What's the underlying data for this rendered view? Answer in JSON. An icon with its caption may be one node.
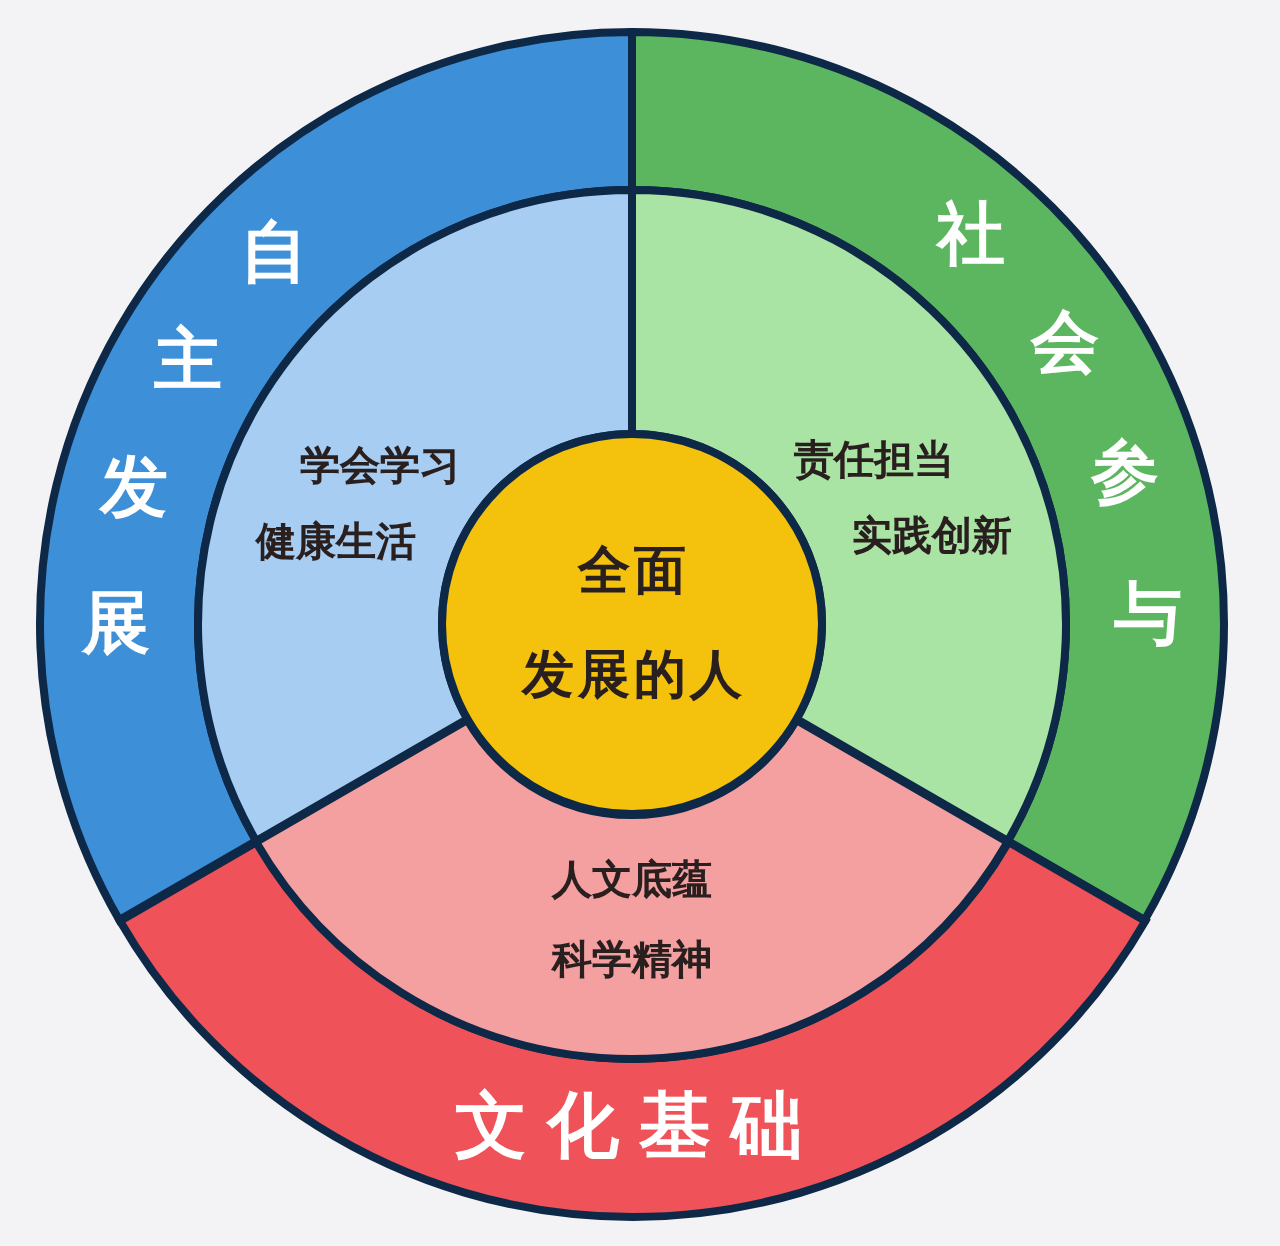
{
  "diagram": {
    "nodes": [
      {
        "text": [
          "自主发展"
        ]
      },
      {
        "text": [
          "社会参与"
        ]
      },
      {
        "text": [
          "文化基础"
        ]
      },
      {
        "text": [
          "学会学习",
          "健康生活"
        ]
      },
      {
        "text": [
          "责任担当",
          "实践创新"
        ]
      },
      {
        "text": [
          "人文底蕴",
          "科学精神"
        ]
      },
      {
        "text": [
          "全面发展的人"
        ]
      }
    ]
  }
}
